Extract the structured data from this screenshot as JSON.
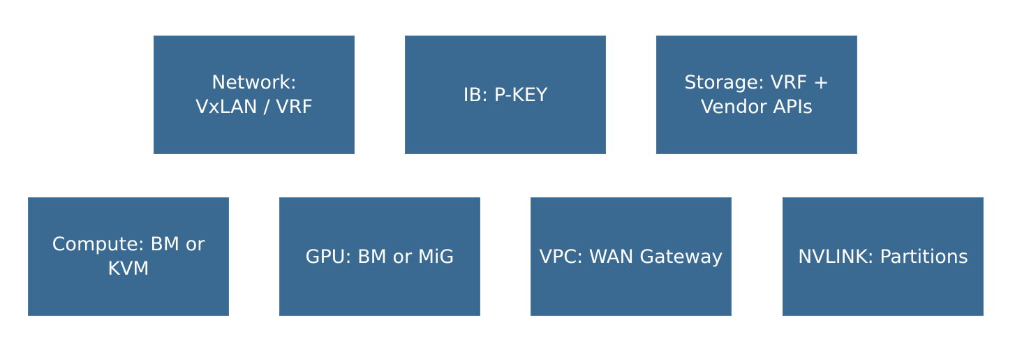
{
  "colors": {
    "tile_fill": "#3a6a91",
    "tile_border": "#4e7aa0",
    "text": "#ffffff",
    "background": "#ffffff"
  },
  "top_row": [
    {
      "label": "Network:\nVxLAN / VRF"
    },
    {
      "label": "IB: P-KEY"
    },
    {
      "label": "Storage: VRF +\nVendor APIs"
    }
  ],
  "bottom_row": [
    {
      "label": "Compute: BM or\nKVM"
    },
    {
      "label": "GPU: BM or MiG"
    },
    {
      "label": "VPC: WAN Gateway"
    },
    {
      "label": "NVLINK: Partitions"
    }
  ]
}
